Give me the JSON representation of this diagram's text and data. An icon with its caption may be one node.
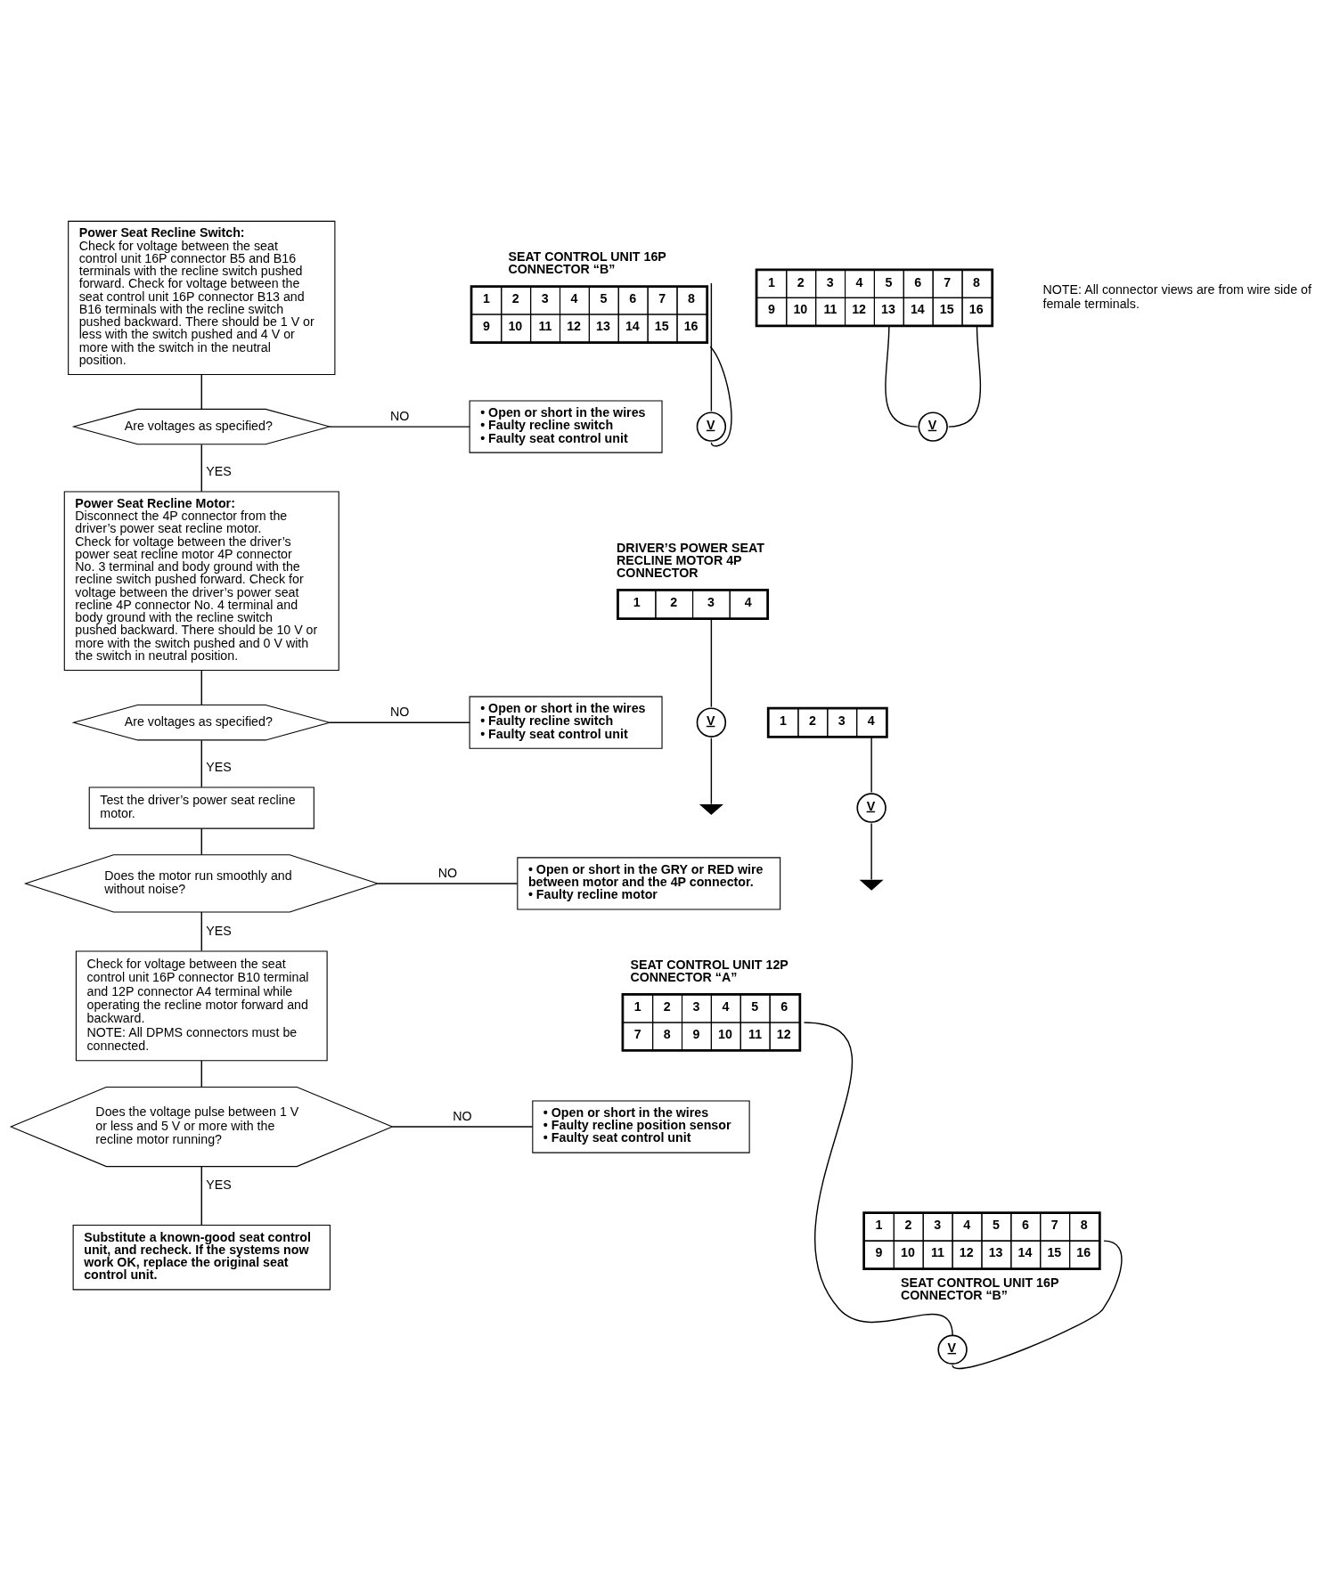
{
  "diagram": {
    "nodes": [
      {
        "text": [
          "Power Seat Recline Switch:",
          "Check for voltage between the seat control unit 16P connector B5 and B16 terminals with the recline switch pushed forward. Check for voltage between the seat control unit 16P connector B13 and B16 terminals with the recline switch pushed backward. There should be 1 V or less with the switch pushed and 4 V or more with the switch in the neutral position."
        ]
      },
      {
        "text": [
          "Are voltages as specified?"
        ]
      },
      {
        "text": [
          "• Open or short in the wires",
          "• Faulty recline switch",
          "• Faulty seat control unit"
        ]
      },
      {
        "text": [
          "Power Seat Recline Motor:",
          "Disconnect the 4P connector from the driver’s power seat recline motor.",
          "Check for voltage between the driver’s power seat recline motor 4P connector No. 3 terminal and body ground with the recline switch pushed forward. Check for voltage between the driver’s power seat recline 4P connector No. 4 terminal and body ground with the recline switch pushed backward. There should be 10 V or more with the switch pushed and 0 V with the switch in neutral position."
        ]
      },
      {
        "text": [
          "Are voltages as specified?"
        ]
      },
      {
        "text": [
          "• Open or short in the wires",
          "• Faulty recline switch",
          "• Faulty seat control unit"
        ]
      },
      {
        "text": [
          "Test the driver’s power seat recline motor."
        ]
      },
      {
        "text": [
          "Does the motor run smoothly and without noise?"
        ]
      },
      {
        "text": [
          "• Open or short in the GRY or RED wire between motor and the 4P connector.",
          "• Faulty recline motor"
        ]
      },
      {
        "text": [
          "Check for voltage between the seat control unit 16P connector B10 terminal and 12P connector A4 terminal while operating the recline motor forward and backward.",
          "NOTE: All DPMS connectors must be connected."
        ]
      },
      {
        "text": [
          "Does the voltage pulse between 1 V or less and 5 V or more with the recline motor running?"
        ]
      },
      {
        "text": [
          "• Open or short in the wires",
          "• Faulty recline position sensor",
          "• Faulty seat control unit"
        ]
      },
      {
        "text": [
          "Substitute a known-good seat control unit, and recheck. If the systems now work OK, replace the original seat control unit."
        ]
      },
      {
        "text": [
          "SEAT CONTROL UNIT 16P CONNECTOR “B”",
          "1",
          "2",
          "3",
          "4",
          "5",
          "6",
          "7",
          "8",
          "9",
          "10",
          "11",
          "12",
          "13",
          "14",
          "15",
          "16"
        ]
      },
      {
        "text": [
          "V"
        ]
      },
      {
        "text": [
          "1",
          "2",
          "3",
          "4",
          "5",
          "6",
          "7",
          "8",
          "9",
          "10",
          "11",
          "12",
          "13",
          "14",
          "15",
          "16"
        ]
      },
      {
        "text": [
          "V"
        ]
      },
      {
        "text": [
          "DRIVER’S POWER SEAT RECLINE MOTOR 4P CONNECTOR",
          "1",
          "2",
          "3",
          "4"
        ]
      },
      {
        "text": [
          "V"
        ]
      },
      {
        "text": [],
        "shape": "ground"
      },
      {
        "text": [
          "1",
          "2",
          "3",
          "4"
        ]
      },
      {
        "text": [
          "V"
        ]
      },
      {
        "text": [],
        "shape": "ground"
      },
      {
        "text": [
          "SEAT CONTROL UNIT 12P CONNECTOR “A”",
          "1",
          "2",
          "3",
          "4",
          "5",
          "6",
          "7",
          "8",
          "9",
          "10",
          "11",
          "12"
        ]
      },
      {
        "text": [
          "V"
        ]
      },
      {
        "text": [
          "1",
          "2",
          "3",
          "4",
          "5",
          "6",
          "7",
          "8",
          "9",
          "10",
          "11",
          "12",
          "13",
          "14",
          "15",
          "16",
          "SEAT CONTROL UNIT 16P CONNECTOR “B”"
        ]
      }
    ],
    "edges": [
      {
        "from": 0,
        "to": 1,
        "arrow": "none"
      },
      {
        "from": 1,
        "to": 2,
        "arrow": "none",
        "label": "NO"
      },
      {
        "from": 1,
        "to": 3,
        "arrow": "none",
        "label": "YES"
      },
      {
        "from": 3,
        "to": 4,
        "arrow": "none"
      },
      {
        "from": 4,
        "to": 5,
        "arrow": "none",
        "label": "NO"
      },
      {
        "from": 4,
        "to": 6,
        "arrow": "none",
        "label": "YES"
      },
      {
        "from": 6,
        "to": 7,
        "arrow": "none"
      },
      {
        "from": 7,
        "to": 8,
        "arrow": "none",
        "label": "NO"
      },
      {
        "from": 7,
        "to": 9,
        "arrow": "none",
        "label": "YES"
      },
      {
        "from": 9,
        "to": 10,
        "arrow": "none"
      },
      {
        "from": 10,
        "to": 11,
        "arrow": "none",
        "label": "NO"
      },
      {
        "from": 10,
        "to": 12,
        "arrow": "none",
        "label": "YES"
      },
      {
        "from": 13,
        "to": 14,
        "arrow": "none"
      },
      {
        "from": 13,
        "to": 14,
        "arrow": "none"
      },
      {
        "from": 15,
        "to": 16,
        "arrow": "none"
      },
      {
        "from": 15,
        "to": 16,
        "arrow": "none"
      },
      {
        "from": 17,
        "to": 18,
        "arrow": "none"
      },
      {
        "from": 18,
        "to": 19,
        "arrow": "none"
      },
      {
        "from": 20,
        "to": 21,
        "arrow": "none"
      },
      {
        "from": 21,
        "to": 22,
        "arrow": "none"
      },
      {
        "from": 23,
        "to": 24,
        "arrow": "none"
      },
      {
        "from": 25,
        "to": 24,
        "arrow": "none"
      }
    ],
    "labels": [
      "NOTE: All connector views are from wire side of female terminals."
    ]
  }
}
